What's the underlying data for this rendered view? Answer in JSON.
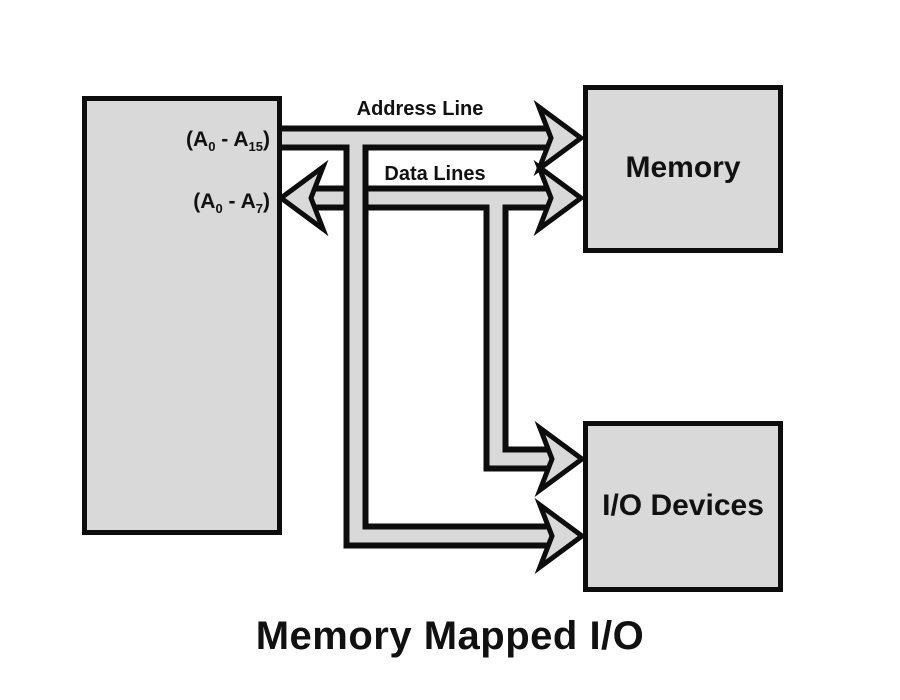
{
  "title": "Memory Mapped I/O",
  "colors": {
    "block_fill": "#d9d9d9",
    "line_stroke": "#0d0d0d",
    "background": "#ffffff"
  },
  "blocks": {
    "memory": {
      "label": "Memory"
    },
    "io_devices": {
      "label": "I/O Devices"
    }
  },
  "bus_labels": {
    "address_line": "Address Line",
    "data_lines": "Data Lines"
  },
  "pin_labels": {
    "address_range": {
      "open": "(A",
      "sub_start": "0",
      "separator": " - A",
      "sub_end": "15",
      "close": ")"
    },
    "data_range": {
      "open": "(A",
      "sub_start": "0",
      "separator": " - A",
      "sub_end": "7",
      "close": ")"
    }
  }
}
